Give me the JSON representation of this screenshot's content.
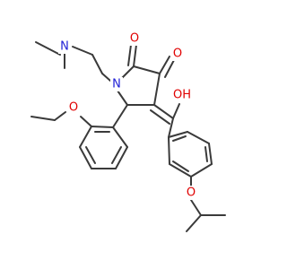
{
  "molecule": {
    "colors": {
      "carbon_bond": "#3a3a3a",
      "nitrogen": "#1f1fd6",
      "oxygen": "#e00000",
      "background": "#ffffff"
    },
    "atoms": [
      {
        "id": "N_dimethylamino",
        "label": "N",
        "element": "N"
      },
      {
        "id": "N_ring",
        "label": "N",
        "element": "N"
      },
      {
        "id": "O_ketone_2",
        "label": "O",
        "element": "O"
      },
      {
        "id": "O_ketone_3",
        "label": "O",
        "element": "O"
      },
      {
        "id": "O_hydroxyl",
        "label": "OH",
        "element": "O"
      },
      {
        "id": "O_ethoxy",
        "label": "O",
        "element": "O"
      },
      {
        "id": "O_isopropoxy",
        "label": "O",
        "element": "O"
      }
    ]
  }
}
